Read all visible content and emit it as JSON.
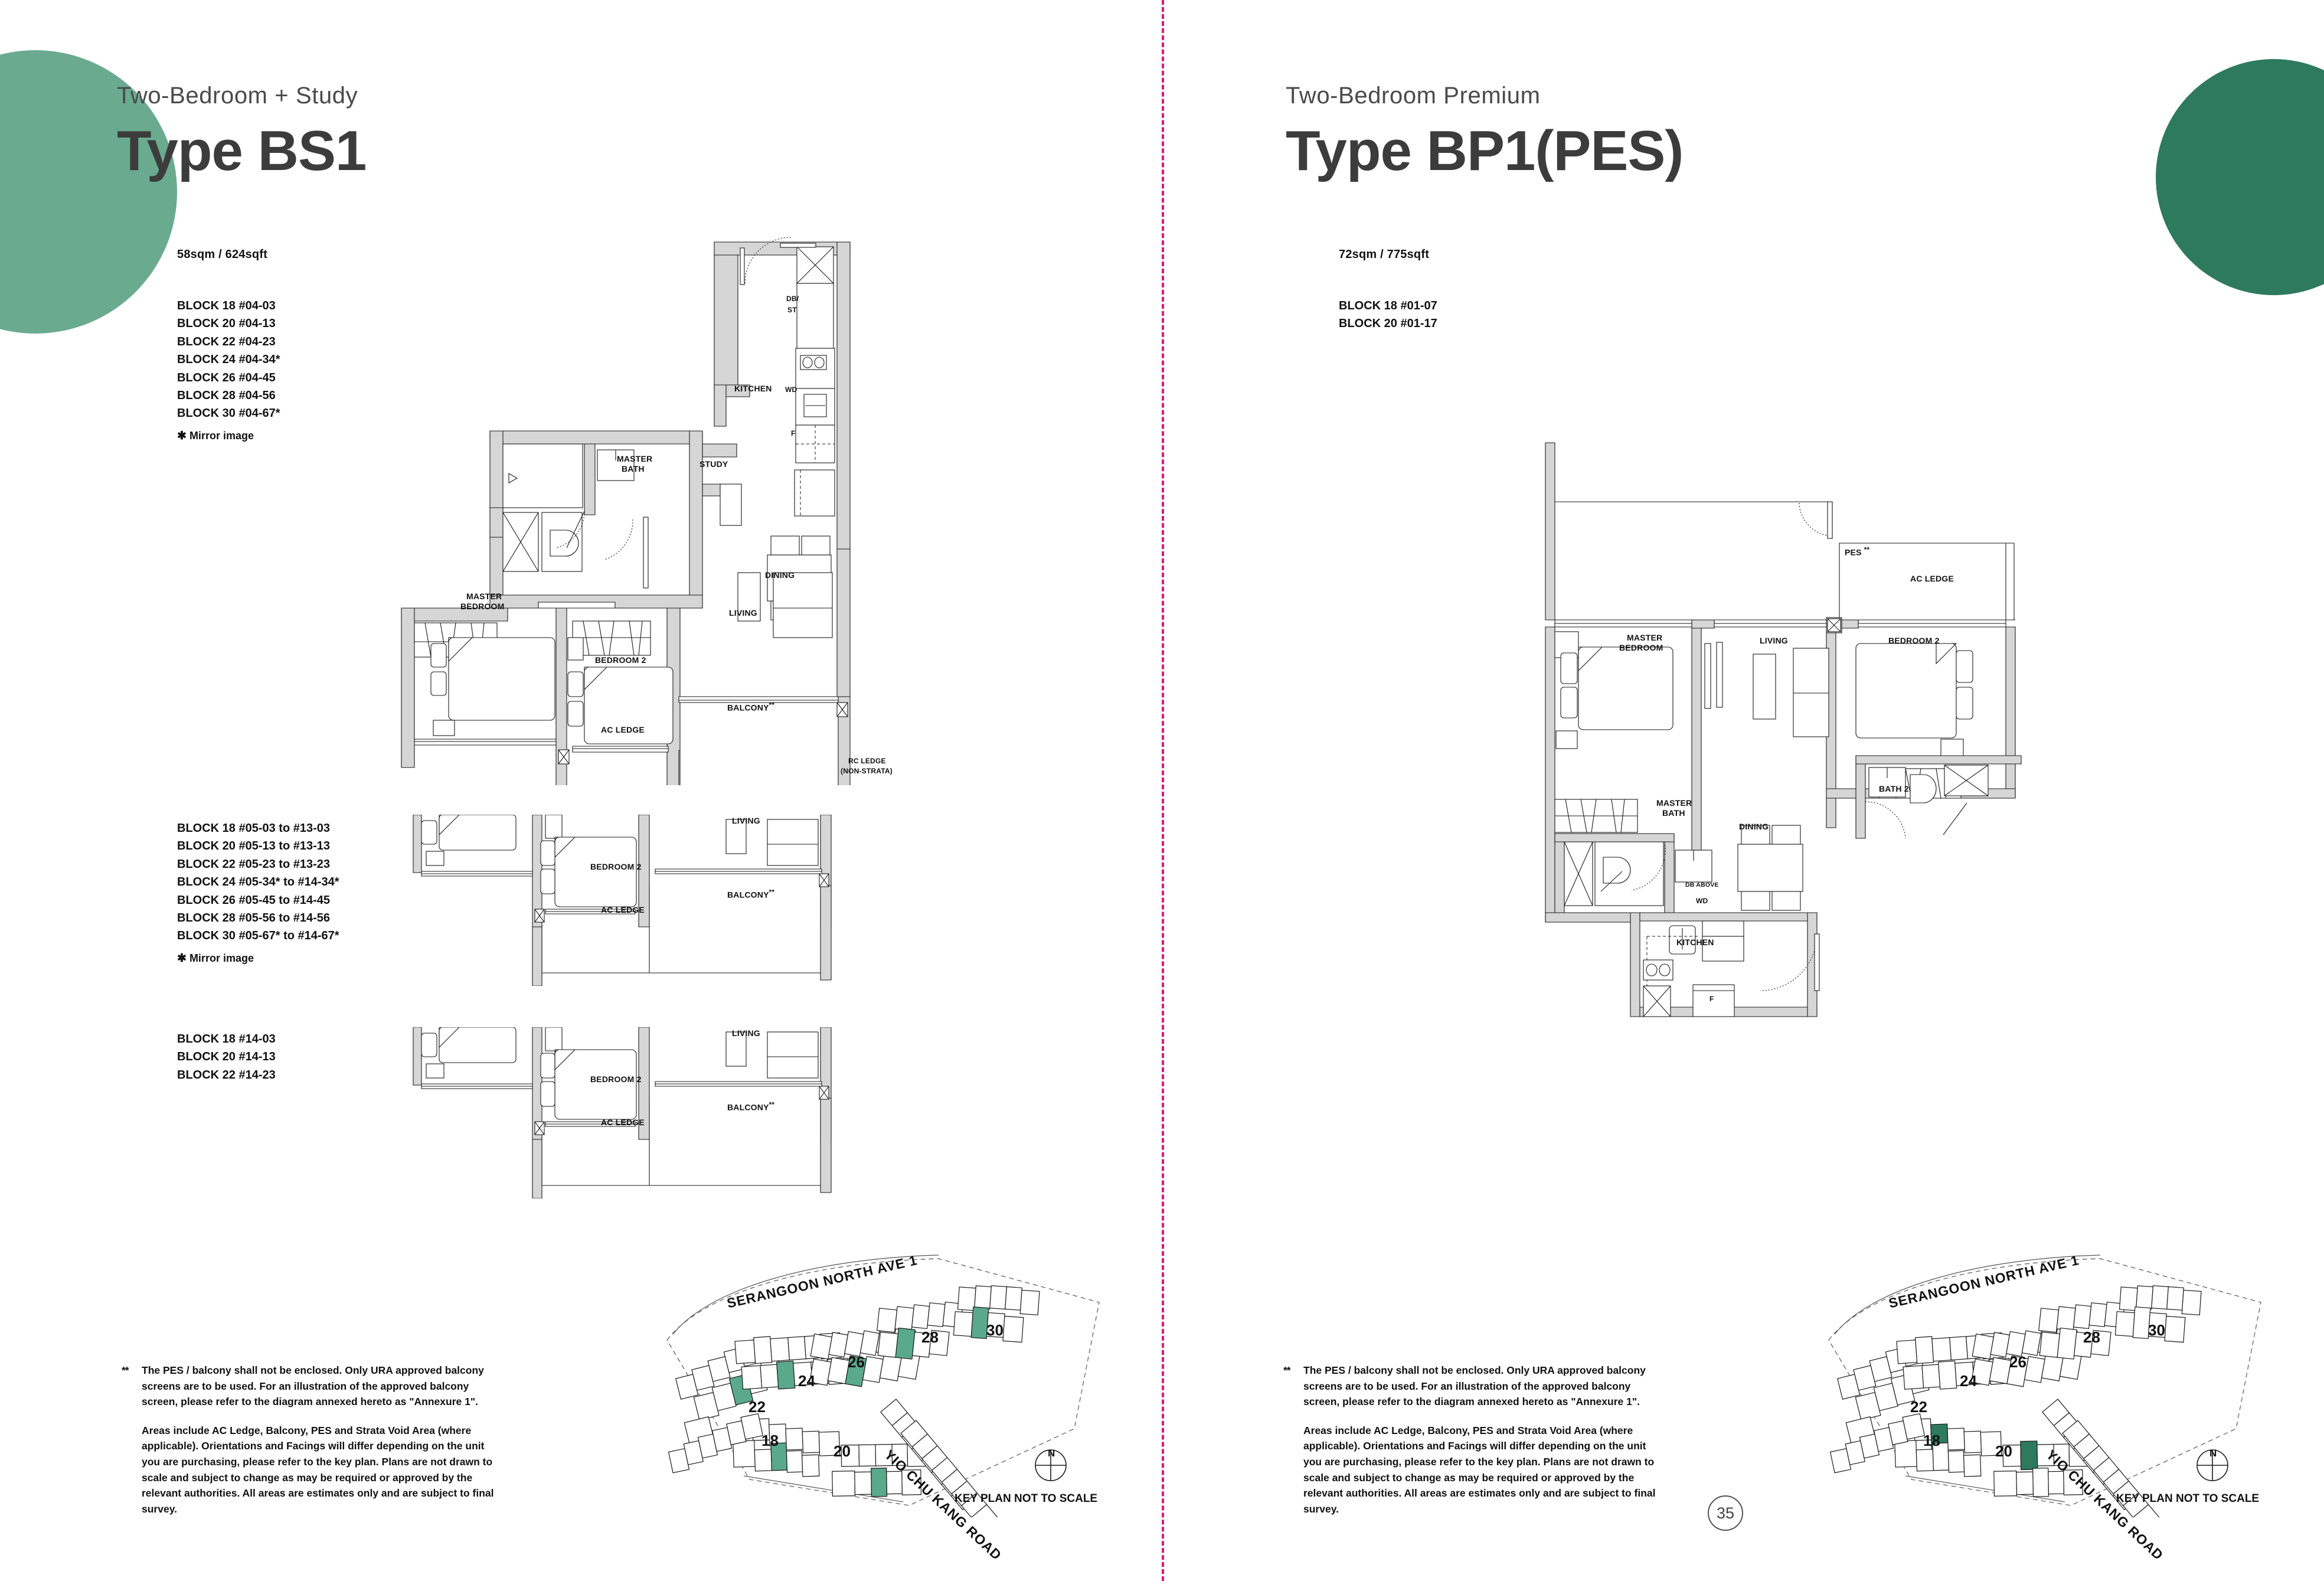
{
  "spread": {
    "page_number": "35",
    "accent_green_light": "#6aab90",
    "accent_green_dark": "#2d7a5f",
    "fold_color": "#e5127d"
  },
  "left_page": {
    "header": {
      "eyebrow": "Two-Bedroom + Study",
      "title": "Type BS1"
    },
    "area": "58sqm / 624sqft",
    "block_lists": [
      {
        "lines": [
          "BLOCK 18 #04-03",
          "BLOCK 20 #04-13",
          "BLOCK 22 #04-23",
          "BLOCK 24 #04-34*",
          "BLOCK 26 #04-45",
          "BLOCK 28 #04-56",
          "BLOCK 30 #04-67*"
        ],
        "mirror_note": "Mirror image"
      },
      {
        "lines": [
          "BLOCK 18 #05-03 to #13-03",
          "BLOCK 20 #05-13 to #13-13",
          "BLOCK 22 #05-23 to #13-23",
          "BLOCK 24 #05-34* to #14-34*",
          "BLOCK 26 #05-45 to #14-45",
          "BLOCK 28 #05-56 to #14-56",
          "BLOCK 30 #05-67* to #14-67*"
        ],
        "mirror_note": "Mirror image"
      },
      {
        "lines": [
          "BLOCK 18 #14-03",
          "BLOCK 20 #14-13",
          "BLOCK 22 #14-23"
        ],
        "mirror_note": ""
      }
    ],
    "plan_labels": {
      "kitchen": "KITCHEN",
      "db_st_1": "DB/",
      "db_st_2": "ST",
      "wd": "WD",
      "fridge": "F",
      "study": "STUDY",
      "dining": "DINING",
      "master_bath_1": "MASTER",
      "master_bath_2": "BATH",
      "master_bedroom_1": "MASTER",
      "master_bedroom_2": "BEDROOM",
      "bedroom2": "BEDROOM 2",
      "living": "LIVING",
      "ac_ledge": "AC LEDGE",
      "balcony": "BALCONY",
      "balcony_mark": "**",
      "rc_ledge_1": "RC LEDGE",
      "rc_ledge_2": "(NON-STRATA)"
    },
    "partial_plan_2_labels": {
      "bedroom2": "BEDROOM 2",
      "living": "LIVING",
      "ac_ledge": "AC LEDGE",
      "balcony": "BALCONY",
      "balcony_mark": "**"
    },
    "partial_plan_3_labels": {
      "bedroom2": "BEDROOM 2",
      "living": "LIVING",
      "ac_ledge": "AC LEDGE",
      "balcony": "BALCONY",
      "balcony_mark": "**"
    },
    "footnote": {
      "star": "**",
      "para1": "The PES / balcony shall not be enclosed. Only URA approved balcony screens are to be used. For an illustration of the approved balcony screen, please refer to the diagram annexed hereto as \"Annexure 1\".",
      "para2": "Areas include AC Ledge, Balcony, PES and Strata Void Area (where applicable). Orientations and Facings will differ depending on the unit you are purchasing, please refer to the key plan. Plans are not drawn to scale and subject to change as may be required or approved by the relevant authorities. All areas are estimates only and are subject to final survey."
    },
    "key_plan": {
      "street_top": "SERANGOON NORTH AVE 1",
      "street_right": "YIO CHU KANG ROAD",
      "note": "KEY PLAN NOT TO SCALE",
      "north": "N",
      "block_numbers": [
        "18",
        "20",
        "22",
        "24",
        "26",
        "28",
        "30"
      ],
      "highlighted_units": [
        "03",
        "13",
        "23",
        "34",
        "45",
        "56",
        "67"
      ]
    }
  },
  "right_page": {
    "header": {
      "eyebrow": "Two-Bedroom Premium",
      "title": "Type BP1(PES)"
    },
    "area": "72sqm / 775sqft",
    "block_lists": [
      {
        "lines": [
          "BLOCK 18 #01-07",
          "BLOCK 20 #01-17"
        ],
        "mirror_note": ""
      }
    ],
    "plan_labels": {
      "pes": "PES",
      "pes_mark": "**",
      "ac_ledge": "AC LEDGE",
      "master_bedroom_1": "MASTER",
      "master_bedroom_2": "BEDROOM",
      "living": "LIVING",
      "bedroom2": "BEDROOM 2",
      "master_bath_1": "MASTER",
      "master_bath_2": "BATH",
      "dining": "DINING",
      "bath2": "BATH 2",
      "db_above": "DB ABOVE",
      "wd": "WD",
      "kitchen": "KITCHEN",
      "fridge": "F"
    },
    "footnote": {
      "star": "**",
      "para1": "The PES / balcony shall not be enclosed. Only URA approved balcony screens are to be used. For an illustration of the approved balcony screen, please refer to the diagram annexed hereto as \"Annexure 1\".",
      "para2": "Areas include AC Ledge, Balcony, PES and Strata Void Area (where applicable). Orientations and Facings will differ depending on the unit you are purchasing, please refer to the key plan. Plans are not drawn to scale and subject to change as may be required or approved by the relevant authorities. All areas are estimates only and are subject to final survey."
    },
    "key_plan": {
      "street_top": "SERANGOON NORTH AVE 1",
      "street_right": "YIO CHU KANG ROAD",
      "note": "KEY PLAN NOT TO SCALE",
      "north": "N",
      "block_numbers": [
        "18",
        "20",
        "22",
        "24",
        "26",
        "28",
        "30"
      ],
      "highlighted_units": [
        "07",
        "17"
      ]
    }
  }
}
